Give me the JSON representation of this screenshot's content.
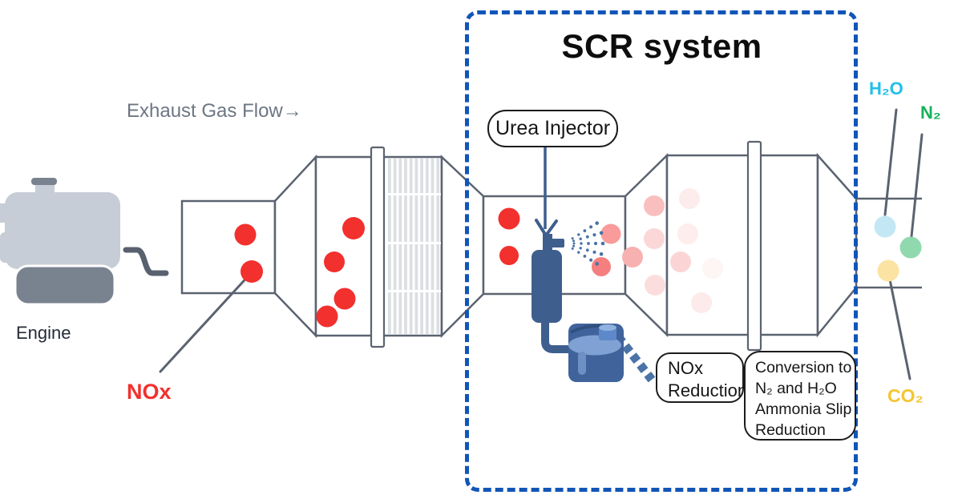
{
  "title": "SCR system",
  "flow_label": "Exhaust Gas Flow→",
  "engine": {
    "label": "Engine"
  },
  "nox_label": "NOx",
  "callouts": {
    "urea_injector": "Urea Injector",
    "nox_reduction": {
      "line1": "NOx",
      "line2": "Reduction"
    },
    "conversion": {
      "line1": "Conversion to",
      "line2": "N₂ and H₂O",
      "line3": "Ammonia Slip",
      "line4": "Reduction"
    }
  },
  "outputs": {
    "h2o": "H₂O",
    "n2": "N₂",
    "co2": "CO₂"
  },
  "colors": {
    "nox-red": "#f2302e",
    "scr-border": "#1155b8",
    "outline": "#5b6370",
    "urea-blue": "#3e5f8e",
    "tank-blue": "#40639c",
    "tank-light": "#7fa1d3",
    "h2o-text": "#22c0e8",
    "n2-text": "#16b259",
    "co2-text": "#f5c531",
    "h2o-dot": "#c3e7f4",
    "n2-dot": "#90d9ae",
    "co2-dot": "#fbe3a3",
    "engine-light": "#c7cdd6",
    "engine-dark": "#79828f",
    "gray-text": "#6d7683",
    "filter-stripe": "#dcdfe2"
  }
}
